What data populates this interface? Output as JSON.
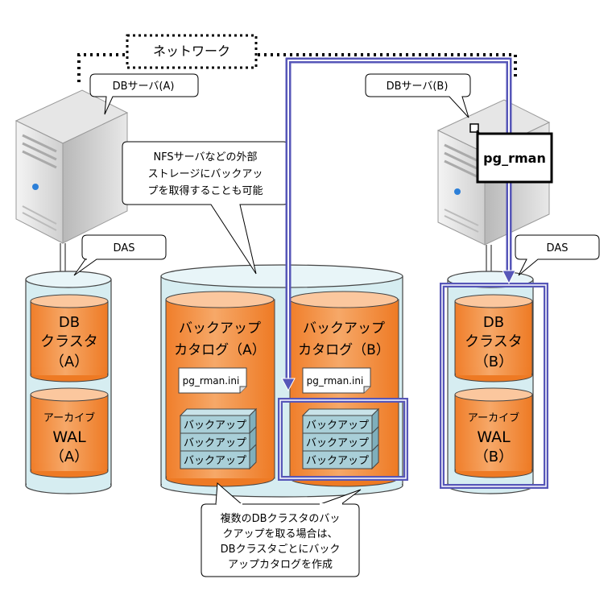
{
  "network": {
    "label": "ネットワーク"
  },
  "server_a": {
    "callout": "DBサーバ(A)"
  },
  "server_b": {
    "callout": "DBサーバ(B)",
    "tool": "pg_rman"
  },
  "das_a": {
    "callout": "DAS",
    "db_cluster": [
      "DB",
      "クラスタ",
      "（A）"
    ],
    "archive_wal": [
      "アーカイブ",
      "WAL",
      "（A）"
    ]
  },
  "das_b": {
    "callout": "DAS",
    "db_cluster": [
      "DB",
      "クラスタ",
      "（B）"
    ],
    "archive_wal": [
      "アーカイブ",
      "WAL",
      "（B）"
    ]
  },
  "nfs_note": [
    "NFSサーバなどの外部",
    "ストレージにバックアッ",
    "プを取得することも可能"
  ],
  "catalog_a": {
    "title": [
      "バックアップ",
      "カタログ（A）"
    ],
    "ini": "pg_rman.ini",
    "backups": [
      "バックアップ",
      "バックアップ",
      "バックアップ"
    ]
  },
  "catalog_b": {
    "title": [
      "バックアップ",
      "カタログ（B）"
    ],
    "ini": "pg_rman.ini",
    "backups": [
      "バックアップ",
      "バックアップ",
      "バックアップ"
    ]
  },
  "bottom_note": [
    "複数のDBクラスタのバッ",
    "クアップを取る場合は、",
    "DBクラスタごとにバック",
    "アップカタログを作成"
  ],
  "colors": {
    "orange": "#F28C3C",
    "orange_top": "#FBC79E",
    "storage": "#D6EDF1",
    "block": "#A9CFD8",
    "highlight": "#5656B8"
  }
}
